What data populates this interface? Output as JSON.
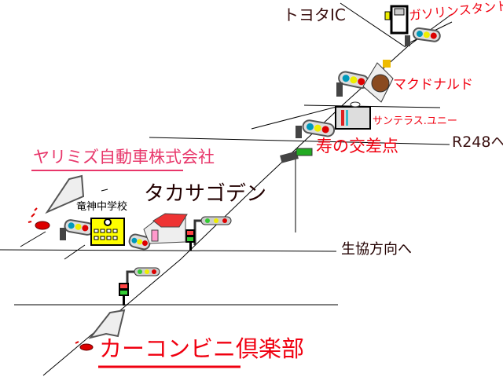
{
  "labels": {
    "toyota_ic": "トヨタIC",
    "gas_station": "ガソリンスタンド",
    "mcdonalds": "マクドナルド",
    "sunterrace": "サンテラス.ユニー",
    "kotobuki": "寿の交差点",
    "r248": "R248へ",
    "yarimizu": "ヤリミズ自動車株式会社",
    "ryujin": "竜神中学校",
    "takasago": "タカサゴデン",
    "seikyo": "生協方向へ",
    "carconv": "カーコンビニ倶楽部"
  },
  "colors": {
    "red_label": "#f00010",
    "pink_label": "#e8366a",
    "road": "#000000"
  }
}
